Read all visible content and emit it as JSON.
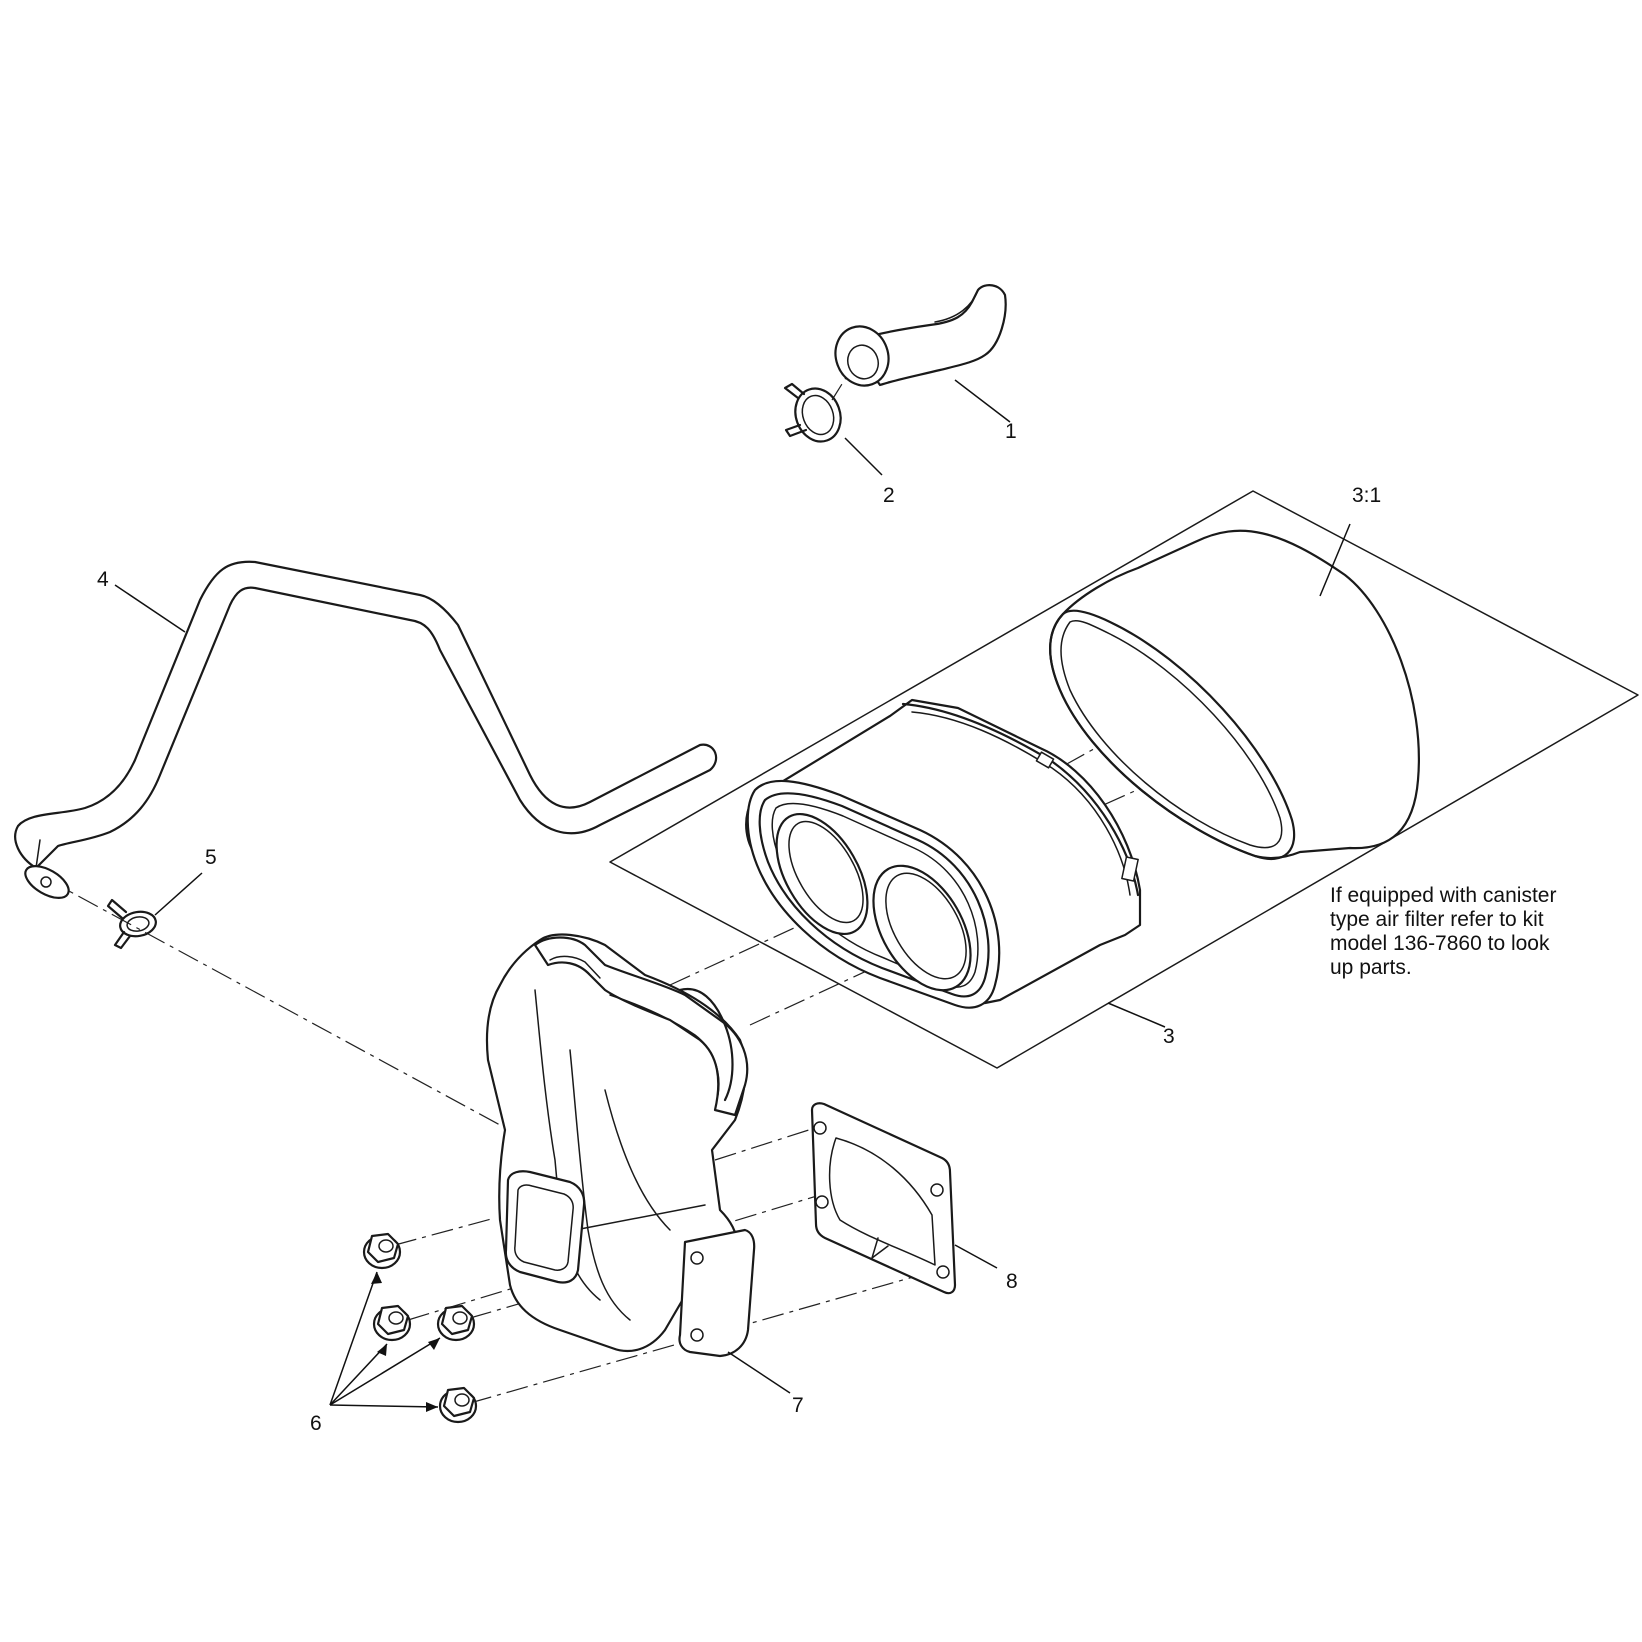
{
  "callouts": {
    "c1": "1",
    "c2": "2",
    "c3": "3",
    "c3_1": "3:1",
    "c4": "4",
    "c5": "5",
    "c6": "6",
    "c7": "7",
    "c8": "8"
  },
  "note": {
    "lines": [
      "If equipped with canister",
      "type air filter refer to kit",
      "model 136-7860 to look",
      "up parts."
    ]
  },
  "colors": {
    "line": "#1a1a1a",
    "background": "#ffffff"
  }
}
